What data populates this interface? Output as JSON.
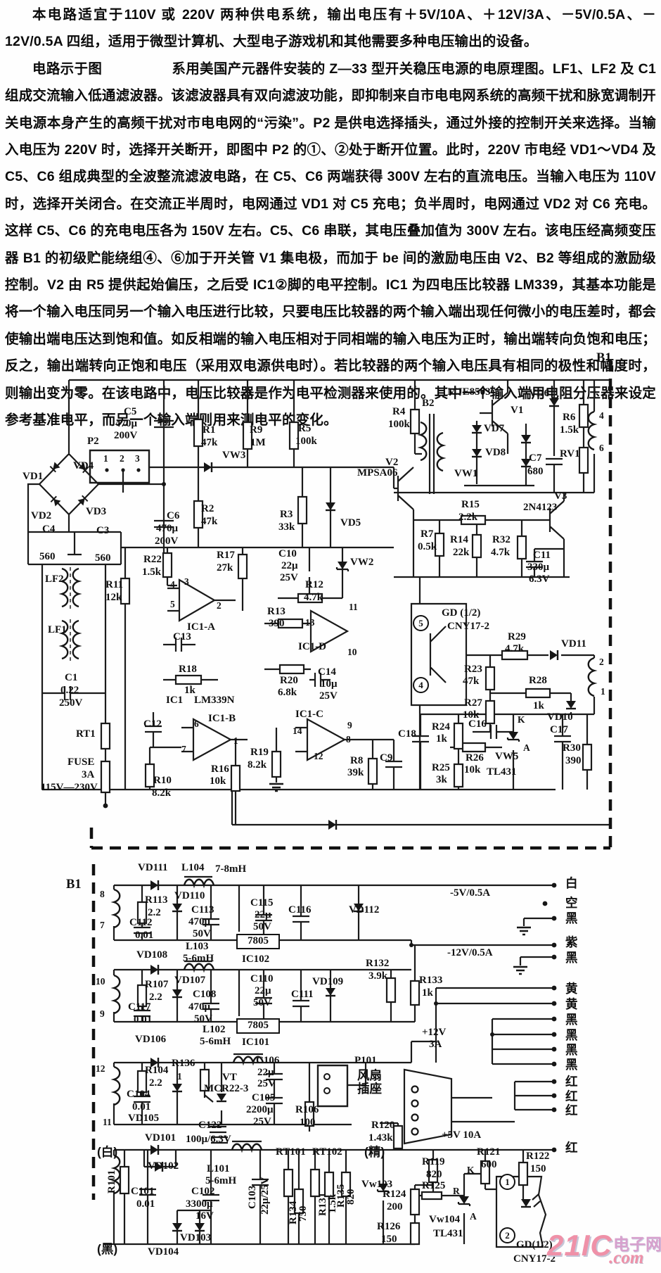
{
  "text": {
    "p1": "本电路适宜于110V 或 220V 两种供电系统，输出电压有＋5V/10A、＋12V/3A、－5V/0.5A、－12V/0.5A 四组，适用于微型计算机、大型电子游戏机和其他需要多种电压输出的设备。",
    "p2": "电路示于图　　　　　系用美国产元器件安装的 Z—33 型开关稳压电源的电原理图。LF1、LF2 及 C1 组成交流输入低通滤波器。该滤波器具有双向滤波功能，即抑制来自市电电网系统的高频干扰和脉宽调制开关电源本身产生的高频干扰对市电电网的“污染”。P2 是供电选择插头，通过外接的控制开关来选择。当输入电压为 220V 时，选择开关断开，即图中 P2 的①、②处于断开位置。此时，220V 市电经 VD1～VD4 及 C5、C6 组成典型的全波整流滤波电路，在 C5、C6 两端获得 300V 左右的直流电压。当输入电压为 110V 时，选择开关闭合。在交流正半周时，电网通过 VD1 对 C5 充电；负半周时，电网通过 VD2 对 C6 充电。这样 C5、C6 的充电电压各为 150V 左右。C5、C6 串联，其电压叠加值为 300V 左右。该电压经高频变压器 B1 的初级贮能绕组④、⑥加于开关管 V1 集电极，而加于 be 间的激励电压由 V2、B2 等组成的激励级控制。V2 由 R5 提供起始偏压，之后受 IC1②脚的电平控制。IC1 为四电压比较器 LM339，其基本功能是将一个输入电压同另一个输入电压进行比较，只要电压比较器的两个输入端出现任何微小的电压差时，都会使输出端电压达到饱和值。如反相端的输入电压相对于同相端的输入电压为正时，输出端转向负饱和电压；反之，输出端转向正饱和电压（采用双电源供电时）。若比较器的两个输入电压具有相同的极性和幅度时，则输出变为零。在该电路中，电压比较器是作为电平检测器来使用的。其中一个输入端用电阻分压器来设定参考基准电平，而另一个输入端则用来测电平的变化。"
  },
  "watermark": {
    "brand": "21IC",
    "com": ".com",
    "cn": "电子网",
    "color": "#ef91a8"
  },
  "schematic": {
    "labels": [
      [
        "B1",
        848,
        500,
        "lg"
      ],
      [
        "C5",
        176,
        578
      ],
      [
        "470μ",
        164,
        595
      ],
      [
        "200V",
        162,
        612
      ],
      [
        "P2",
        124,
        620
      ],
      [
        "1",
        147,
        645,
        "sm"
      ],
      [
        "2",
        170,
        645,
        "sm"
      ],
      [
        "3",
        192,
        645,
        "sm"
      ],
      [
        "VD4",
        104,
        655
      ],
      [
        "VD1",
        32,
        670
      ],
      [
        "VD2",
        44,
        726
      ],
      [
        "VD3",
        122,
        720
      ],
      [
        "C4",
        60,
        745
      ],
      [
        "560",
        56,
        784
      ],
      [
        "C3",
        137,
        747
      ],
      [
        "560",
        135,
        786
      ],
      [
        "C6",
        237,
        726
      ],
      [
        "470μ",
        222,
        744
      ],
      [
        "200V",
        220,
        762
      ],
      [
        "R1",
        288,
        604
      ],
      [
        "47k",
        286,
        622
      ],
      [
        "R2",
        286,
        716
      ],
      [
        "47k",
        286,
        734
      ],
      [
        "R9",
        355,
        604
      ],
      [
        "1M",
        356,
        622
      ],
      [
        "R5",
        424,
        602
      ],
      [
        "100k",
        420,
        620
      ],
      [
        "VW3",
        316,
        640
      ],
      [
        "R3",
        398,
        724
      ],
      [
        "33k",
        396,
        742
      ],
      [
        "R22",
        204,
        788
      ],
      [
        "1.5k",
        202,
        806
      ],
      [
        "R17",
        308,
        782
      ],
      [
        "27k",
        308,
        800
      ],
      [
        "C10",
        396,
        780
      ],
      [
        "22μ",
        400,
        797
      ],
      [
        "25V",
        398,
        814
      ],
      [
        "R11",
        150,
        824
      ],
      [
        "12k",
        150,
        842
      ],
      [
        "R4",
        558,
        578
      ],
      [
        "100k",
        552,
        596
      ],
      [
        "B2",
        600,
        566
      ],
      [
        "MJE8503",
        636,
        550
      ],
      [
        "V1",
        726,
        576
      ],
      [
        "VD6",
        752,
        552
      ],
      [
        "R6",
        800,
        586
      ],
      [
        "1.5k",
        796,
        604
      ],
      [
        "4",
        852,
        584,
        "sm"
      ],
      [
        "6",
        852,
        630,
        "sm"
      ],
      [
        "VD7",
        688,
        602
      ],
      [
        "VD8",
        690,
        636
      ],
      [
        "VW1",
        646,
        666
      ],
      [
        "C7",
        752,
        644
      ],
      [
        "680",
        750,
        663
      ],
      [
        "RV1",
        796,
        638
      ],
      [
        "V2",
        548,
        650
      ],
      [
        "MPSA06",
        508,
        665
      ],
      [
        "VD5",
        484,
        736
      ],
      [
        "R15",
        656,
        710
      ],
      [
        "2.2k",
        652,
        728
      ],
      [
        "V3",
        788,
        698
      ],
      [
        "2N4123",
        744,
        714
      ],
      [
        "R7",
        598,
        752
      ],
      [
        "0.5k",
        594,
        770
      ],
      [
        "R14",
        640,
        760
      ],
      [
        "22k",
        644,
        778
      ],
      [
        "R32",
        700,
        760
      ],
      [
        "4.7k",
        698,
        778
      ],
      [
        "C11",
        758,
        782
      ],
      [
        "330μ",
        750,
        799
      ],
      [
        "6.3V",
        752,
        816
      ],
      [
        "VW2",
        498,
        792
      ],
      [
        "R12",
        434,
        824
      ],
      [
        "4.7k",
        432,
        842
      ],
      [
        "R13",
        380,
        862
      ],
      [
        "390",
        382,
        879
      ],
      [
        "13",
        434,
        878,
        "sm"
      ],
      [
        "11",
        496,
        856,
        "sm"
      ],
      [
        "IC1-D",
        424,
        912
      ],
      [
        "10",
        494,
        920,
        "sm"
      ],
      [
        "R20",
        398,
        960
      ],
      [
        "6.8k",
        395,
        977
      ],
      [
        "C14",
        452,
        948
      ],
      [
        "10μ",
        456,
        965
      ],
      [
        "25V",
        454,
        982
      ],
      [
        "GD (1/2)",
        628,
        864
      ],
      [
        "CNY17-2",
        636,
        883
      ],
      [
        "5",
        587,
        874,
        "c"
      ],
      [
        "4",
        587,
        962,
        "c"
      ],
      [
        "R29",
        722,
        898
      ],
      [
        "4.7k",
        718,
        915
      ],
      [
        "VD11",
        798,
        908
      ],
      [
        "2",
        852,
        934,
        "sm"
      ],
      [
        "1",
        854,
        976,
        "sm"
      ],
      [
        "R23",
        660,
        944
      ],
      [
        "47k",
        658,
        961
      ],
      [
        "R27",
        660,
        992
      ],
      [
        "10k",
        658,
        1009
      ],
      [
        "R28",
        752,
        960
      ],
      [
        "1k",
        758,
        996
      ],
      [
        "VD10",
        778,
        1012
      ],
      [
        "IC1-A",
        266,
        884
      ],
      [
        "4",
        242,
        824,
        "sm"
      ],
      [
        "3",
        262,
        820,
        "sm"
      ],
      [
        "5",
        242,
        852,
        "sm"
      ],
      [
        "2",
        308,
        854,
        "sm"
      ],
      [
        "C13",
        246,
        898
      ],
      [
        "R18",
        254,
        944
      ],
      [
        "1k",
        262,
        974
      ],
      [
        "IC1",
        236,
        988
      ],
      [
        "LM339N",
        276,
        988
      ],
      [
        "C12",
        204,
        1022
      ],
      [
        "IC1-B",
        296,
        1014
      ],
      [
        "6",
        276,
        1022,
        "sm"
      ],
      [
        "7",
        258,
        1058,
        "sm"
      ],
      [
        "1",
        332,
        1046,
        "sm"
      ],
      [
        "R16",
        300,
        1086
      ],
      [
        "10k",
        298,
        1103
      ],
      [
        "IC1-C",
        420,
        1008
      ],
      [
        "14",
        416,
        1032,
        "sm"
      ],
      [
        "9",
        494,
        1024,
        "sm"
      ],
      [
        "8",
        492,
        1044,
        "sm"
      ],
      [
        "12",
        446,
        1068,
        "sm"
      ],
      [
        "R19",
        356,
        1062
      ],
      [
        "8.2k",
        352,
        1080
      ],
      [
        "R8",
        498,
        1074
      ],
      [
        "39k",
        494,
        1091
      ],
      [
        "C9",
        540,
        1070
      ],
      [
        "C18",
        566,
        1036
      ],
      [
        "R24",
        614,
        1026
      ],
      [
        "1k",
        620,
        1043
      ],
      [
        "C16",
        666,
        1022
      ],
      [
        "K",
        736,
        1016,
        "sm"
      ],
      [
        "R26",
        662,
        1070
      ],
      [
        "10k",
        660,
        1087
      ],
      [
        "VW5",
        704,
        1068
      ],
      [
        "TL431",
        692,
        1090
      ],
      [
        "A",
        744,
        1056,
        "sm"
      ],
      [
        "R25",
        614,
        1084
      ],
      [
        "3k",
        620,
        1101
      ],
      [
        "C17",
        782,
        1030
      ],
      [
        "R30",
        800,
        1056
      ],
      [
        "390",
        804,
        1074
      ],
      [
        "C1",
        92,
        956
      ],
      [
        "0.22",
        86,
        974
      ],
      [
        "250V",
        84,
        992
      ],
      [
        "RT1",
        108,
        1036
      ],
      [
        "FUSE",
        96,
        1076
      ],
      [
        "3A",
        116,
        1094
      ],
      [
        "115V—230V",
        58,
        1112
      ],
      [
        "R10",
        218,
        1102
      ],
      [
        "8.2k",
        216,
        1120
      ],
      [
        "LF2",
        64,
        816
      ],
      [
        "LF1",
        68,
        888
      ],
      [
        "B1",
        94,
        1248,
        "lg"
      ],
      [
        "8",
        142,
        1264,
        "sm"
      ],
      [
        "7",
        142,
        1308,
        "sm"
      ],
      [
        "VD111",
        196,
        1226
      ],
      [
        "L104",
        258,
        1226
      ],
      [
        "7-8mH",
        306,
        1228
      ],
      [
        "R113",
        206,
        1272
      ],
      [
        "2.2",
        210,
        1290
      ],
      [
        "C112",
        184,
        1304
      ],
      [
        "0.01",
        192,
        1322
      ],
      [
        "VD110",
        248,
        1266
      ],
      [
        "C113",
        272,
        1286
      ],
      [
        "470μ",
        268,
        1303
      ],
      [
        "50V",
        274,
        1320
      ],
      [
        "C115",
        356,
        1276
      ],
      [
        "22μ",
        362,
        1293
      ],
      [
        "50V",
        360,
        1310
      ],
      [
        "C116",
        410,
        1286
      ],
      [
        "VD112",
        496,
        1286
      ],
      [
        "7805",
        336,
        1327,
        "box"
      ],
      [
        "IC102",
        344,
        1356
      ],
      [
        "L103",
        264,
        1338
      ],
      [
        "5-6mH",
        260,
        1355
      ],
      [
        "VD108",
        194,
        1350
      ],
      [
        "-5V/0.5A",
        640,
        1262
      ],
      [
        "白",
        804,
        1246,
        "cn"
      ],
      [
        "空",
        804,
        1274,
        "cn"
      ],
      [
        "黑",
        804,
        1296,
        "cn"
      ],
      [
        "紫",
        804,
        1330,
        "cn"
      ],
      [
        "黑",
        804,
        1352,
        "cn"
      ],
      [
        "-12V/0.5A",
        636,
        1347
      ],
      [
        "10",
        136,
        1388,
        "sm"
      ],
      [
        "9",
        142,
        1434,
        "sm"
      ],
      [
        "R107",
        206,
        1392
      ],
      [
        "2.2",
        212,
        1410
      ],
      [
        "C117",
        182,
        1424
      ],
      [
        "0.01",
        190,
        1442
      ],
      [
        "VD107",
        248,
        1386
      ],
      [
        "C108",
        274,
        1406
      ],
      [
        "470μ",
        268,
        1424
      ],
      [
        "50V",
        276,
        1441
      ],
      [
        "C110",
        356,
        1384
      ],
      [
        "22μ",
        362,
        1401
      ],
      [
        "50V",
        360,
        1418
      ],
      [
        "C111",
        414,
        1406
      ],
      [
        "VD109",
        444,
        1388
      ],
      [
        "R132",
        520,
        1362
      ],
      [
        "3.9k",
        524,
        1380
      ],
      [
        "R133",
        596,
        1386
      ],
      [
        "1k",
        600,
        1404
      ],
      [
        "7805",
        336,
        1447,
        "box"
      ],
      [
        "IC101",
        344,
        1474
      ],
      [
        "L102",
        288,
        1456
      ],
      [
        "5-6mH",
        284,
        1473
      ],
      [
        "VD106",
        192,
        1470
      ],
      [
        "黄",
        804,
        1396,
        "cn"
      ],
      [
        "黄",
        804,
        1418,
        "cn"
      ],
      [
        "黑",
        804,
        1440,
        "cn"
      ],
      [
        "黑",
        804,
        1462,
        "cn"
      ],
      [
        "黑",
        804,
        1483,
        "cn"
      ],
      [
        "黑",
        804,
        1504,
        "cn"
      ],
      [
        "+12V",
        600,
        1460
      ],
      [
        "3A",
        610,
        1477
      ],
      [
        "12",
        136,
        1512,
        "sm"
      ],
      [
        "11",
        146,
        1588,
        "sm"
      ],
      [
        "R104",
        206,
        1514
      ],
      [
        "2.2",
        212,
        1532
      ],
      [
        "C104",
        180,
        1548
      ],
      [
        "0.01",
        188,
        1566
      ],
      [
        "VD105",
        182,
        1582
      ],
      [
        "R136",
        244,
        1504
      ],
      [
        "1",
        252,
        1523,
        "sm"
      ],
      [
        "VT",
        316,
        1524
      ],
      [
        "MCR22-3",
        290,
        1540
      ],
      [
        "C106",
        364,
        1500
      ],
      [
        "22μ",
        366,
        1517
      ],
      [
        "25V",
        366,
        1533
      ],
      [
        "C105",
        358,
        1553
      ],
      [
        "2200μ",
        350,
        1570
      ],
      [
        "25V",
        360,
        1587
      ],
      [
        "R106",
        420,
        1570
      ],
      [
        "100",
        426,
        1588
      ],
      [
        "C122",
        282,
        1592
      ],
      [
        "P101",
        504,
        1500
      ],
      [
        "风扇",
        508,
        1519,
        "cn"
      ],
      [
        "插座",
        508,
        1538,
        "cn"
      ],
      [
        "红",
        804,
        1528,
        "cn"
      ],
      [
        "红",
        804,
        1549,
        "cn"
      ],
      [
        "红",
        804,
        1569,
        "cn"
      ],
      [
        "(白)",
        138,
        1628,
        "cn"
      ],
      [
        "VD101",
        206,
        1610
      ],
      [
        "100μ/6.3V",
        264,
        1612
      ],
      [
        "VD102",
        210,
        1650
      ],
      [
        "L101",
        294,
        1654
      ],
      [
        "5-6mH",
        292,
        1671
      ],
      [
        "R101",
        152,
        1696,
        "v"
      ],
      [
        "C101",
        186,
        1686
      ],
      [
        "0.01",
        194,
        1704
      ],
      [
        "C102",
        272,
        1686
      ],
      [
        "3300μ",
        264,
        1704
      ],
      [
        "16V",
        278,
        1721
      ],
      [
        "VD103",
        256,
        1752
      ],
      [
        "(黑)",
        138,
        1766,
        "cn"
      ],
      [
        "VD104",
        210,
        1772
      ],
      [
        "C103",
        352,
        1718,
        "v"
      ],
      [
        "22μ/25V",
        370,
        1726,
        "v"
      ],
      [
        "RT101",
        392,
        1630
      ],
      [
        "RT102",
        444,
        1630
      ],
      [
        "R134",
        410,
        1740,
        "v"
      ],
      [
        "750",
        424,
        1736,
        "v"
      ],
      [
        "R131",
        452,
        1728,
        "v"
      ],
      [
        "1.5k",
        466,
        1724,
        "v"
      ],
      [
        "R135",
        478,
        1716,
        "v"
      ],
      [
        "820",
        492,
        1712,
        "v"
      ],
      [
        "Vw103",
        514,
        1676
      ],
      [
        "(精)",
        518,
        1628,
        "cn"
      ],
      [
        "R120",
        528,
        1592
      ],
      [
        "1.43k",
        524,
        1610
      ],
      [
        "R119",
        600,
        1644
      ],
      [
        "820",
        606,
        1662
      ],
      [
        "R124",
        544,
        1690
      ],
      [
        "200",
        550,
        1708
      ],
      [
        "R125",
        600,
        1678
      ],
      [
        "R126",
        536,
        1736
      ],
      [
        "150",
        542,
        1754
      ],
      [
        "Vw104",
        610,
        1726
      ],
      [
        "TL431",
        616,
        1746
      ],
      [
        "K",
        664,
        1656,
        "sm"
      ],
      [
        "R",
        644,
        1686,
        "sm"
      ],
      [
        "A",
        668,
        1722,
        "sm"
      ],
      [
        "+5V 10A",
        628,
        1606
      ],
      [
        "红",
        804,
        1622,
        "cn"
      ],
      [
        "R121",
        678,
        1630
      ],
      [
        "600",
        684,
        1648
      ],
      [
        "R122",
        748,
        1636
      ],
      [
        "150",
        754,
        1654
      ],
      [
        "1",
        710,
        1668,
        "c"
      ],
      [
        "2",
        710,
        1744,
        "c"
      ],
      [
        "GD(1/2)",
        734,
        1762
      ],
      [
        "CNY17-2",
        730,
        1782
      ]
    ]
  }
}
